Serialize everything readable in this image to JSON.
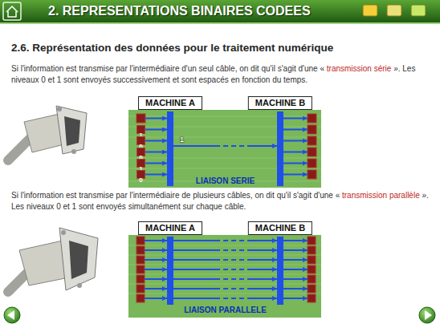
{
  "diagram": {
    "title": "2. REPRESENTATIONS BINAIRES CODEES",
    "nodes": [
      {
        "text": [
          "MACHINE A"
        ]
      },
      {
        "text": [
          "MACHINE B"
        ]
      },
      {
        "text": [
          "1"
        ]
      },
      {
        "text": [
          "0"
        ]
      },
      {
        "text": [
          "0"
        ]
      },
      {
        "text": [
          "1"
        ]
      },
      {
        "text": [
          "0"
        ]
      },
      {
        "text": [
          "MACHINE A"
        ]
      },
      {
        "text": [
          "MACHINE B"
        ]
      }
    ],
    "edges": [
      {
        "from": 0,
        "to": 1,
        "arrow": "to",
        "label": "1"
      },
      {
        "from": 2,
        "to": 0,
        "arrow": "to"
      },
      {
        "from": 3,
        "to": 0,
        "arrow": "to"
      },
      {
        "from": 4,
        "to": 0,
        "arrow": "to"
      },
      {
        "from": 5,
        "to": 0,
        "arrow": "to"
      },
      {
        "from": 6,
        "to": 0,
        "arrow": "to"
      },
      {
        "from": 7,
        "to": 8,
        "arrow": "to"
      },
      {
        "from": 7,
        "to": 8,
        "arrow": "to"
      },
      {
        "from": 7,
        "to": 8,
        "arrow": "to"
      },
      {
        "from": 7,
        "to": 8,
        "arrow": "to"
      },
      {
        "from": 7,
        "to": 8,
        "arrow": "to"
      },
      {
        "from": 7,
        "to": 8,
        "arrow": "to"
      },
      {
        "from": 7,
        "to": 8,
        "arrow": "to"
      }
    ],
    "labels": [
      "2.6. Représentation des données pour le traitement numérique",
      "Si l'information est transmise par l'intermédiaire d'un seul câble, on dit qu'il s'agit d'une «",
      "transmission série",
      "». Les niveaux 0 et 1 sont envoyés successivement et sont espacés en fonction du temps.",
      "LIAISON SERIE",
      "Si l'information est transmise par l'intermédiaire de plusieurs câbles, on dit qu'il s'agit d'une «",
      "transmission parallèle",
      "». Les niveaux 0 et 1 sont envoyés simultanément sur chaque câble.",
      "LIAISON PARALLELE"
    ]
  }
}
